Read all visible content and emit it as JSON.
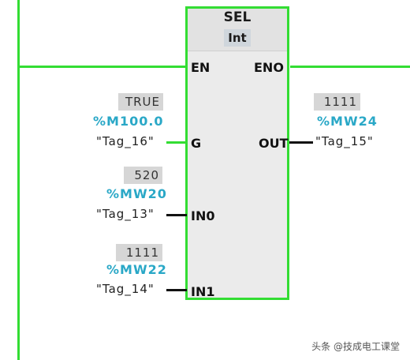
{
  "block": {
    "name": "SEL",
    "type": "Int",
    "pins": {
      "en": "EN",
      "eno": "ENO",
      "g": "G",
      "out": "OUT",
      "in0": "IN0",
      "in1": "IN1"
    }
  },
  "operands": {
    "g": {
      "value": "TRUE",
      "address": "%M100.0",
      "tag": "\"Tag_16\""
    },
    "in0": {
      "value": "520",
      "address": "%MW20",
      "tag": "\"Tag_13\""
    },
    "in1": {
      "value": "1111",
      "address": "%MW22",
      "tag": "\"Tag_14\""
    },
    "out": {
      "value": "1111",
      "address": "%MW24",
      "tag": "\"Tag_15\""
    }
  },
  "watermark": "头条 @技成电工课堂",
  "colors": {
    "energized_wire": "#33dd33",
    "address_text": "#2aa8c7",
    "value_box": "#d6d6d6",
    "block_fill": "#ebebeb"
  }
}
